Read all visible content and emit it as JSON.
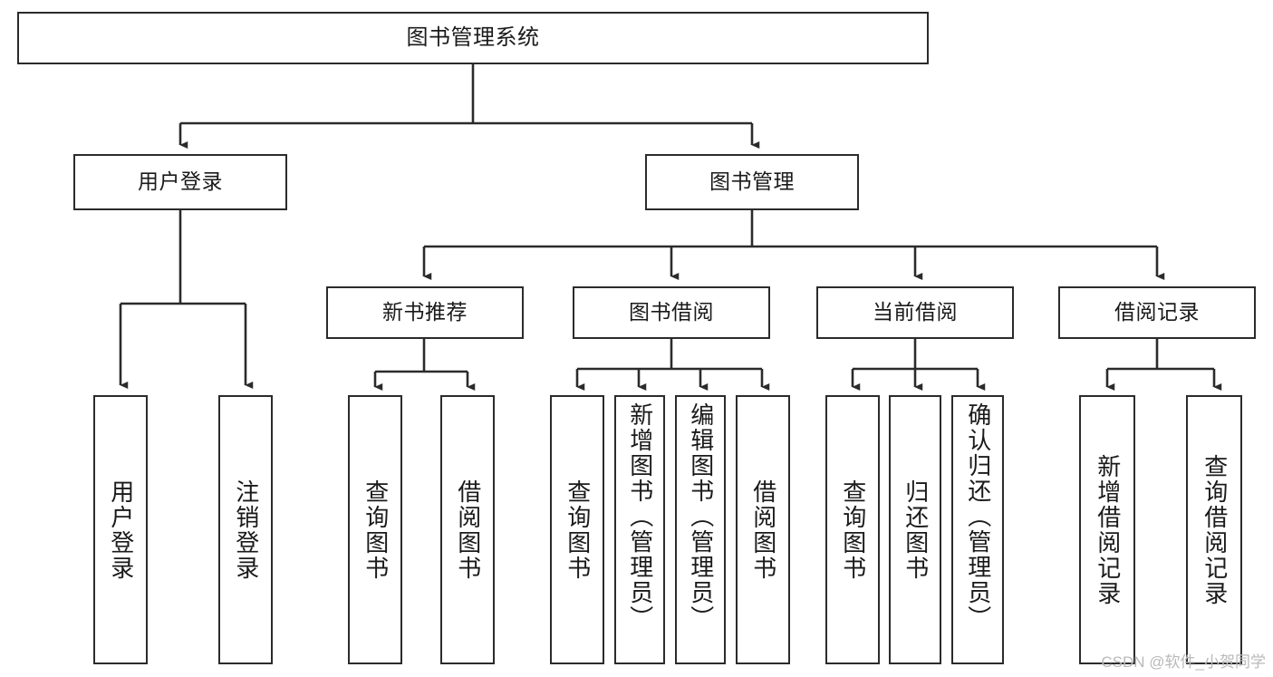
{
  "diagram": {
    "title": "图书管理系统",
    "type": "tree-hierarchy-diagram",
    "colors": {
      "box_border": "#2b2b2b",
      "box_fill": "#ffffff",
      "connector": "#2b2b2b",
      "text": "#1a1a1a",
      "watermark": "#b9b9b9",
      "background": "#ffffff"
    },
    "root": {
      "label": "图书管理系统"
    },
    "level2": [
      {
        "label": "用户登录"
      },
      {
        "label": "图书管理"
      }
    ],
    "level3": [
      {
        "label": "新书推荐"
      },
      {
        "label": "图书借阅"
      },
      {
        "label": "当前借阅"
      },
      {
        "label": "借阅记录"
      }
    ],
    "leaves": {
      "user_login": [
        {
          "label": "用户登录"
        },
        {
          "label": "注销登录"
        }
      ],
      "new_book_recommend": [
        {
          "label": "查询图书"
        },
        {
          "label": "借阅图书"
        }
      ],
      "book_borrow": [
        {
          "label": "查询图书"
        },
        {
          "label": "新增图书（管理员）"
        },
        {
          "label": "编辑图书（管理员）"
        },
        {
          "label": "借阅图书"
        }
      ],
      "current_borrow": [
        {
          "label": "查询图书"
        },
        {
          "label": "归还图书"
        },
        {
          "label": "确认归还（管理员）"
        }
      ],
      "borrow_record": [
        {
          "label": "新增借阅记录"
        },
        {
          "label": "查询借阅记录"
        }
      ]
    }
  },
  "watermark": {
    "text": "CSDN @软件_小贺同学"
  }
}
